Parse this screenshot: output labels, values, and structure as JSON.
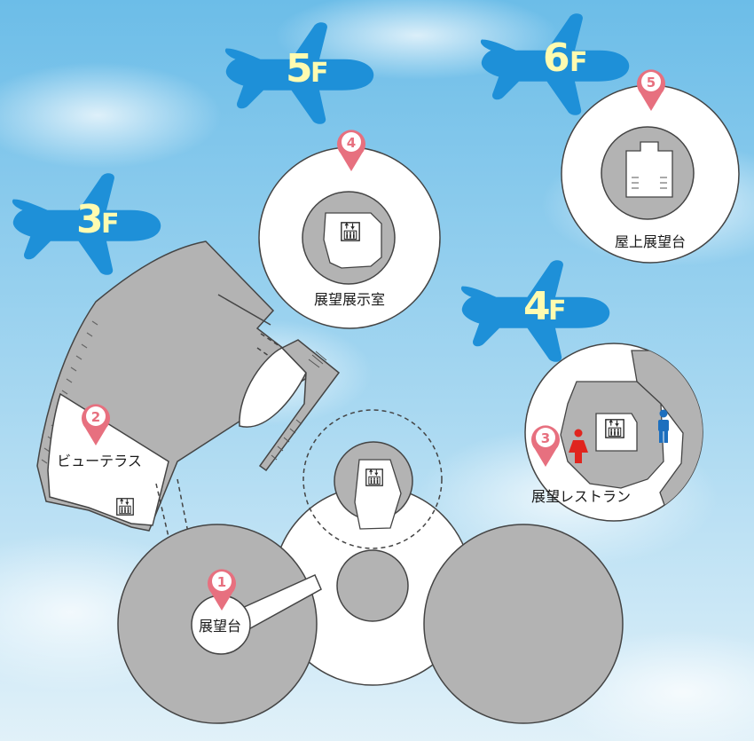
{
  "floors": {
    "f3": {
      "num": "3",
      "suffix": "F"
    },
    "f4": {
      "num": "4",
      "suffix": "F"
    },
    "f5": {
      "num": "5",
      "suffix": "F"
    },
    "f6": {
      "num": "6",
      "suffix": "F"
    }
  },
  "pins": {
    "p1": {
      "num": "1",
      "label": "展望台"
    },
    "p2": {
      "num": "2",
      "label": "ビューテラス"
    },
    "p3": {
      "num": "3",
      "label": "展望レストラン"
    },
    "p4": {
      "num": "4",
      "label": "展望展示室"
    },
    "p5": {
      "num": "5",
      "label": "屋上展望台"
    }
  },
  "colors": {
    "sky_top": "#5fb6e6",
    "sky_bottom": "#d9eef8",
    "plane": "#1e90d8",
    "floor_text": "#fffbb0",
    "pin": "#e7707f",
    "building": "#b3b3b3",
    "floor_white": "#ffffff",
    "outline": "#444444",
    "female": "#e0251e",
    "male": "#1d6fbe"
  },
  "icons": {
    "elevator": "elevator-icon",
    "restroom_female": "female-restroom-icon",
    "restroom_male": "male-restroom-icon",
    "pin": "map-pin-icon",
    "plane": "airplane-icon"
  }
}
